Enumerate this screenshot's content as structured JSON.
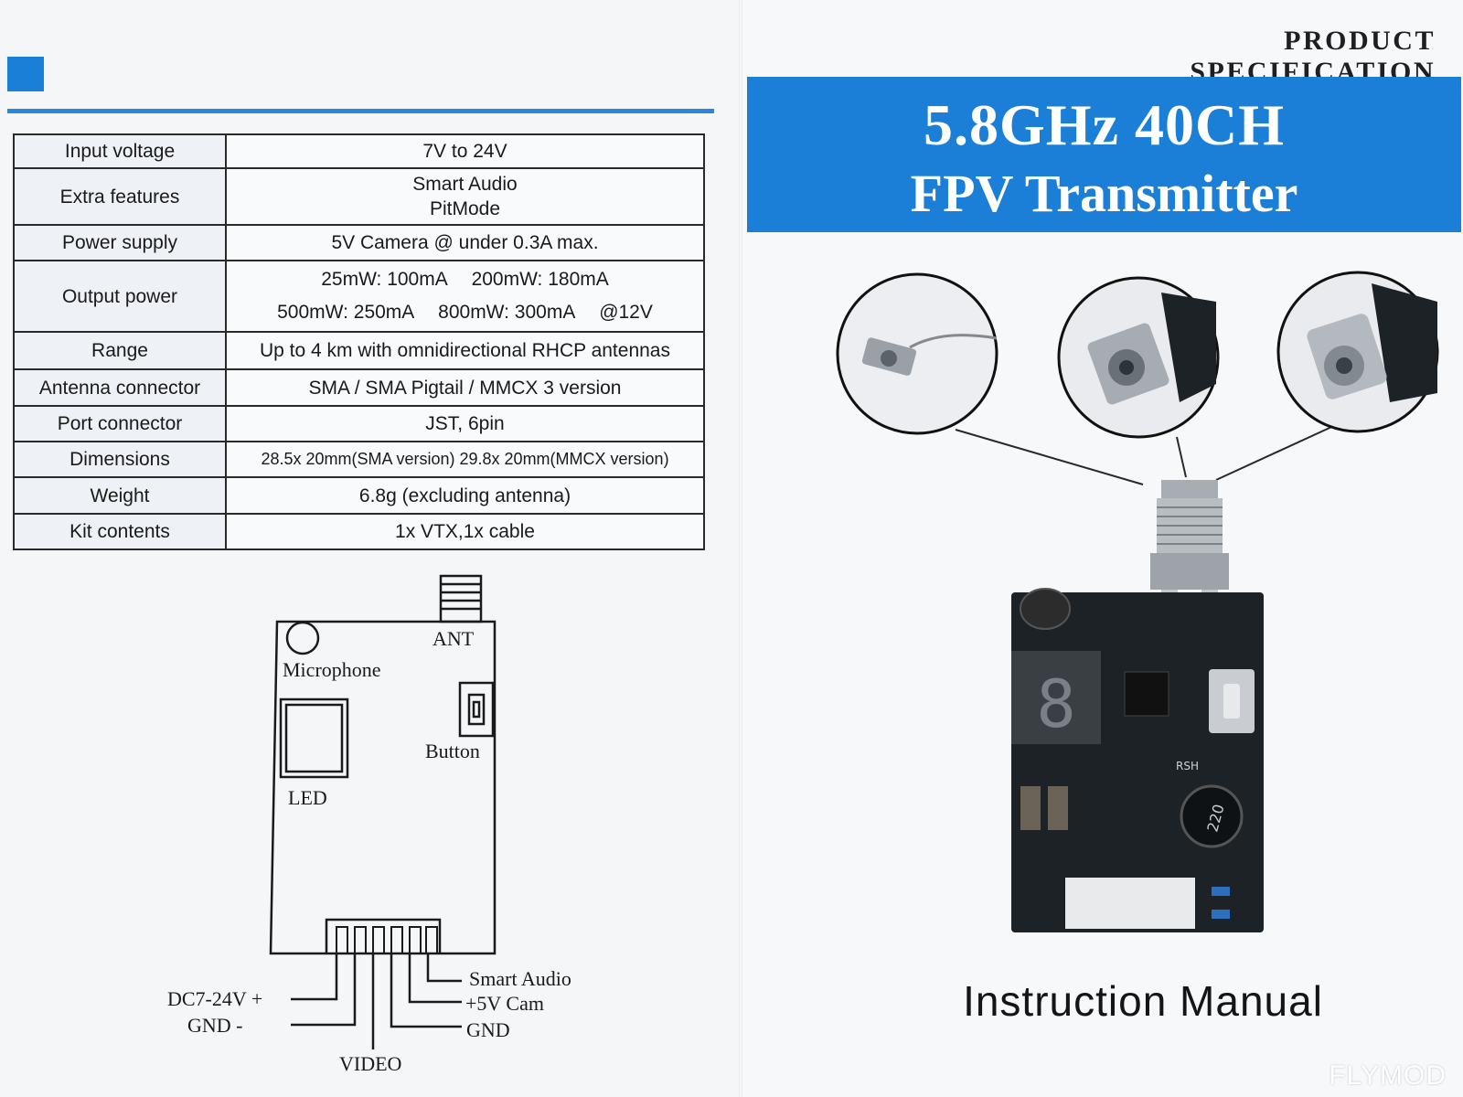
{
  "spec_header": {
    "line1": "PRODUCT",
    "line2": "SPECIFICATION"
  },
  "spec_rows": [
    {
      "label": "Input voltage",
      "value": "7V to 24V"
    },
    {
      "label": "Extra features",
      "value_line1": "Smart Audio",
      "value_line2": "PitMode"
    },
    {
      "label": "Power supply",
      "value": "5V Camera @ under  0.3A max."
    },
    {
      "label": "Output power",
      "pairs": [
        "25mW: 100mA",
        "200mW: 180mA",
        "500mW: 250mA",
        "800mW: 300mA",
        "@12V"
      ]
    },
    {
      "label": "Range",
      "value": "Up to 4 km with omnidirectional RHCP antennas"
    },
    {
      "label": "Antenna connector",
      "value": "SMA / SMA Pigtail / MMCX   3 version"
    },
    {
      "label": "Port connector",
      "value": "JST, 6pin"
    },
    {
      "label": "Dimensions",
      "value": "28.5x 20mm(SMA version) 29.8x 20mm(MMCX version)"
    },
    {
      "label": "Weight",
      "value": "6.8g (excluding antenna)"
    },
    {
      "label": "Kit contents",
      "value": "1x VTX,1x cable"
    }
  ],
  "diagram": {
    "ant": "ANT",
    "microphone": "Microphone",
    "button": "Button",
    "led": "LED",
    "dc_plus": "DC7-24V +",
    "gnd_minus": "GND   -",
    "video": "VIDEO",
    "smart_audio": "Smart Audio",
    "cam": "+5V  Cam",
    "gnd_right": "GND"
  },
  "cover": {
    "title_line1": "5.8GHz 40CH",
    "title_line2": "FPV Transmitter",
    "subtitle": "Instruction Manual",
    "watermark": "FLYMOD",
    "digit": "8",
    "inductor_mark": "220",
    "pcb_mark": "RSH"
  },
  "colors": {
    "brand_blue": "#1b7fd8",
    "pcb": "#1d2226",
    "ink": "#1a1a1a"
  }
}
